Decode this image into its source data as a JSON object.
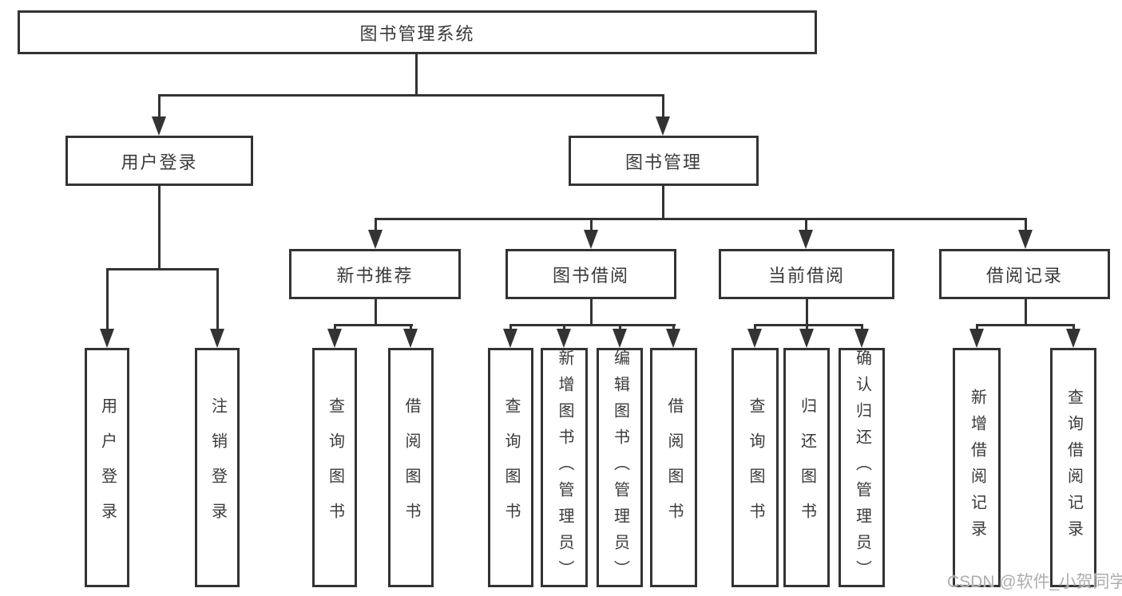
{
  "title": {
    "root": "图书管理系统"
  },
  "nodes": {
    "user_login": "用户登录",
    "book_management": "图书管理",
    "new_book_recommend": "新书推荐",
    "book_borrowing": "图书借阅",
    "current_borrowing": "当前借阅",
    "borrowing_records": "借阅记录"
  },
  "leaves": {
    "user_login": "用户登录",
    "logout": "注销登录",
    "nbr_query_books": "查询图书",
    "nbr_borrow_books": "借阅图书",
    "bb_query_books": "查询图书",
    "bb_add_books_admin": "新增图书（管理员）",
    "bb_edit_books_admin": "编辑图书（管理员）",
    "bb_borrow_books": "借阅图书",
    "cb_query_books": "查询图书",
    "cb_return_books": "归还图书",
    "cb_confirm_return_admin": "确认归还（管理员）",
    "br_add_record": "新增借阅记录",
    "br_query_record": "查询借阅记录"
  },
  "watermark": "CSDN @软件_小贺同学",
  "colors": {
    "line": "#333333",
    "text": "#3a3a3a",
    "background": "#ffffff",
    "watermark": "#aeaeae"
  }
}
